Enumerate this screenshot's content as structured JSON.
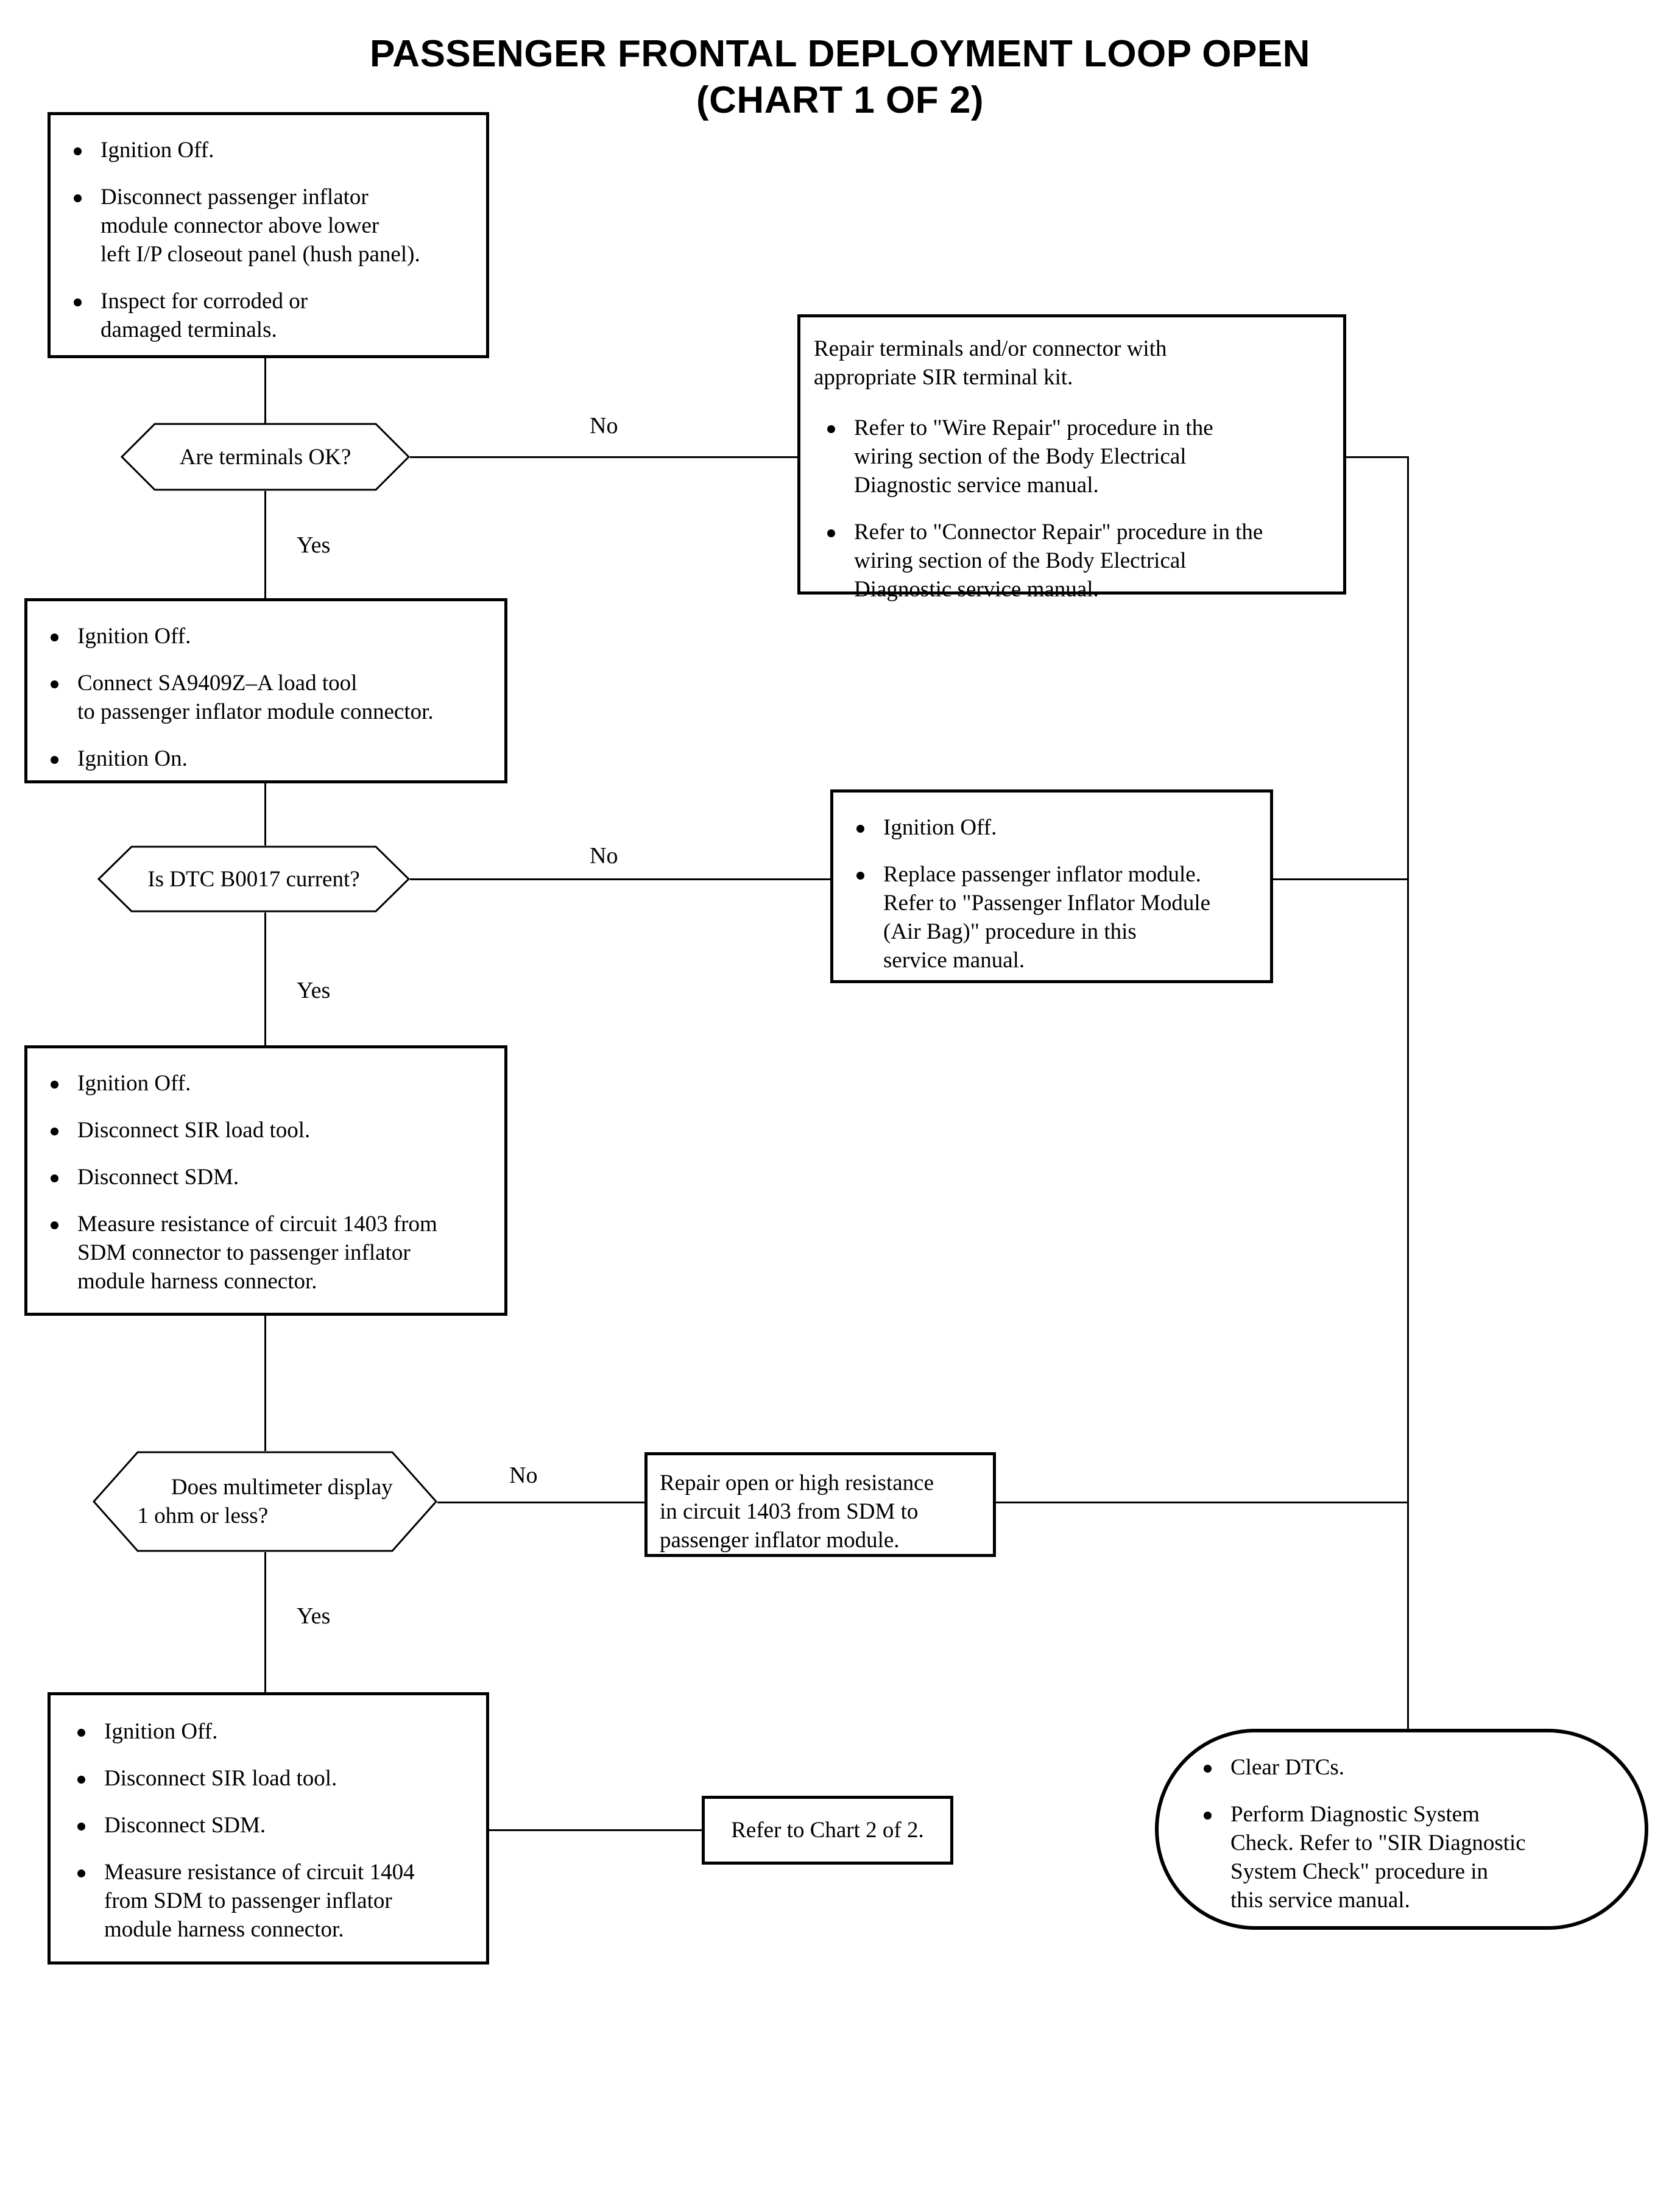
{
  "title": {
    "line1": "PASSENGER FRONTAL DEPLOYMENT LOOP OPEN",
    "line2": "(CHART 1 OF 2)"
  },
  "colors": {
    "ink": "#000000",
    "paper": "#ffffff"
  },
  "chart_data": {
    "type": "flowchart",
    "title": "PASSENGER FRONTAL DEPLOYMENT LOOP OPEN (CHART 1 OF 2)",
    "node_count": 11,
    "nodes": [
      {
        "id": "step1",
        "shape": "process",
        "items": [
          "Ignition Off.",
          "Disconnect passenger inflator module connector above lower left I/P closeout panel (hush panel).",
          "Inspect for corroded or damaged terminals."
        ]
      },
      {
        "id": "d1",
        "shape": "decision",
        "text": "Are terminals OK?"
      },
      {
        "id": "repair-terminals",
        "shape": "process",
        "lead": "Repair terminals and/or connector with appropriate SIR terminal kit.",
        "items": [
          "Refer to \"Wire Repair\" procedure in the wiring section of the Body Electrical Diagnostic service manual.",
          "Refer to \"Connector Repair\" procedure in the wiring section of the Body Electrical Diagnostic service manual."
        ]
      },
      {
        "id": "step2",
        "shape": "process",
        "items": [
          "Ignition Off.",
          "Connect SA9409Z–A load tool to passenger inflator module connector.",
          "Ignition On."
        ]
      },
      {
        "id": "d2",
        "shape": "decision",
        "text": "Is DTC B0017 current?"
      },
      {
        "id": "replace-module",
        "shape": "process",
        "items": [
          "Ignition Off.",
          "Replace passenger inflator module. Refer to \"Passenger Inflator Module (Air Bag)\" procedure in this service manual."
        ]
      },
      {
        "id": "step3",
        "shape": "process",
        "items": [
          "Ignition Off.",
          "Disconnect SIR load tool.",
          "Disconnect SDM.",
          "Measure resistance of circuit 1403 from SDM connector to passenger inflator module harness connector."
        ]
      },
      {
        "id": "d3",
        "shape": "decision",
        "text": "Does multimeter display 1 ohm or less?"
      },
      {
        "id": "repair-open",
        "shape": "process",
        "text": "Repair open or high resistance in circuit 1403 from SDM to passenger inflator module."
      },
      {
        "id": "step4",
        "shape": "process",
        "items": [
          "Ignition Off.",
          "Disconnect SIR load tool.",
          "Disconnect SDM.",
          "Measure resistance of circuit 1404 from SDM to passenger inflator module harness connector."
        ]
      },
      {
        "id": "chart2",
        "shape": "process",
        "text": "Refer to Chart 2 of 2."
      },
      {
        "id": "clear-dtcs",
        "shape": "terminator",
        "items": [
          "Clear DTCs.",
          "Perform Diagnostic System Check.  Refer to \"SIR Diagnostic System Check\" procedure in this service manual."
        ]
      }
    ],
    "edges": [
      {
        "from": "step1",
        "to": "d1",
        "label": ""
      },
      {
        "from": "d1",
        "to": "repair-terminals",
        "label": "No"
      },
      {
        "from": "d1",
        "to": "step2",
        "label": "Yes"
      },
      {
        "from": "step2",
        "to": "d2",
        "label": ""
      },
      {
        "from": "d2",
        "to": "replace-module",
        "label": "No"
      },
      {
        "from": "d2",
        "to": "step3",
        "label": "Yes"
      },
      {
        "from": "step3",
        "to": "d3",
        "label": ""
      },
      {
        "from": "d3",
        "to": "repair-open",
        "label": "No"
      },
      {
        "from": "d3",
        "to": "step4",
        "label": "Yes"
      },
      {
        "from": "step4",
        "to": "chart2",
        "label": ""
      },
      {
        "from": "repair-terminals",
        "to": "clear-dtcs",
        "label": ""
      },
      {
        "from": "replace-module",
        "to": "clear-dtcs",
        "label": ""
      },
      {
        "from": "repair-open",
        "to": "clear-dtcs",
        "label": ""
      }
    ]
  },
  "step1": {
    "b1": "Ignition Off.",
    "b2_l1": "Disconnect passenger inflator",
    "b2_l2": "module connector above lower",
    "b2_l3": "left I/P closeout panel (hush panel).",
    "b3_l1": "Inspect for corroded or",
    "b3_l2": "damaged terminals."
  },
  "decision1": {
    "text": "Are terminals OK?",
    "no": "No",
    "yes": "Yes"
  },
  "repair_terminals": {
    "lead_l1": "Repair terminals and/or connector with",
    "lead_l2": "appropriate SIR terminal kit.",
    "b1_l1": "Refer to \"Wire Repair\" procedure in the",
    "b1_l2": "wiring section of the Body Electrical",
    "b1_l3": "Diagnostic service manual.",
    "b2_l1": "Refer to \"Connector Repair\" procedure in the",
    "b2_l2": "wiring section of the Body Electrical",
    "b2_l3": "Diagnostic service manual."
  },
  "step2": {
    "b1": "Ignition Off.",
    "b2_l1": "Connect SA9409Z–A load tool",
    "b2_l2": "to passenger inflator module connector.",
    "b3": "Ignition On."
  },
  "decision2": {
    "text": "Is DTC B0017 current?",
    "no": "No",
    "yes": "Yes"
  },
  "replace_module": {
    "b1": "Ignition Off.",
    "b2_l1": "Replace passenger inflator module.",
    "b2_l2": "Refer to \"Passenger Inflator Module",
    "b2_l3": "(Air Bag)\" procedure in this",
    "b2_l4": "service manual."
  },
  "step3": {
    "b1": "Ignition Off.",
    "b2": "Disconnect SIR load tool.",
    "b3": "Disconnect SDM.",
    "b4_l1": "Measure resistance of circuit 1403 from",
    "b4_l2": "SDM connector to passenger inflator",
    "b4_l3": "module harness connector."
  },
  "decision3": {
    "line1": "Does multimeter display",
    "line2": "1 ohm or less?",
    "no": "No",
    "yes": "Yes"
  },
  "repair_open": {
    "l1": "Repair open or high resistance",
    "l2": "in circuit 1403 from SDM to",
    "l3": "passenger inflator module."
  },
  "step4": {
    "b1": "Ignition Off.",
    "b2": "Disconnect SIR load tool.",
    "b3": "Disconnect SDM.",
    "b4_l1": "Measure resistance of circuit 1404",
    "b4_l2": "from SDM to passenger inflator",
    "b4_l3": "module harness connector."
  },
  "chart2": {
    "text": "Refer to Chart 2 of 2."
  },
  "clear_dtcs": {
    "b1": "Clear DTCs.",
    "b2_l1": "Perform Diagnostic System",
    "b2_l2": "Check.  Refer to \"SIR Diagnostic",
    "b2_l3": "System Check\" procedure in",
    "b2_l4": "this service manual."
  }
}
